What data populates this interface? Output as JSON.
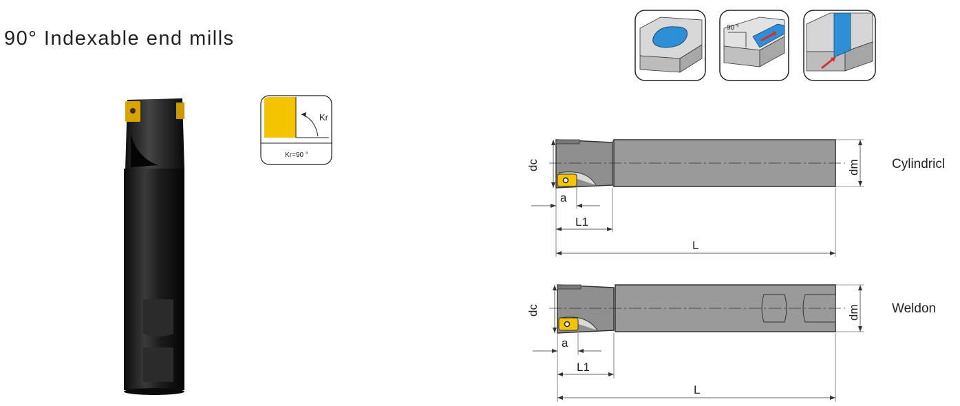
{
  "title": "90° Indexable end mills",
  "angle_icon": {
    "kr_label": "Kr",
    "caption": "Kr=90 °"
  },
  "operation_icons": {
    "angle_label": "90 °"
  },
  "drawing_cylindrical": {
    "label": "Cylindricl",
    "dims": {
      "dc": "dc",
      "dm": "dm",
      "a": "a",
      "l1": "L1",
      "l": "L"
    }
  },
  "drawing_weldon": {
    "label": "Weldon",
    "dims": {
      "dc": "dc",
      "dm": "dm",
      "a": "a",
      "l1": "L1",
      "l": "L"
    }
  },
  "colors": {
    "insert_gold": "#f5c400",
    "tool_black": "#1a1a1a",
    "body_grey": "#9a9a9a",
    "slot_blue": "#2f8fd6",
    "arrow_red": "#d33030"
  }
}
